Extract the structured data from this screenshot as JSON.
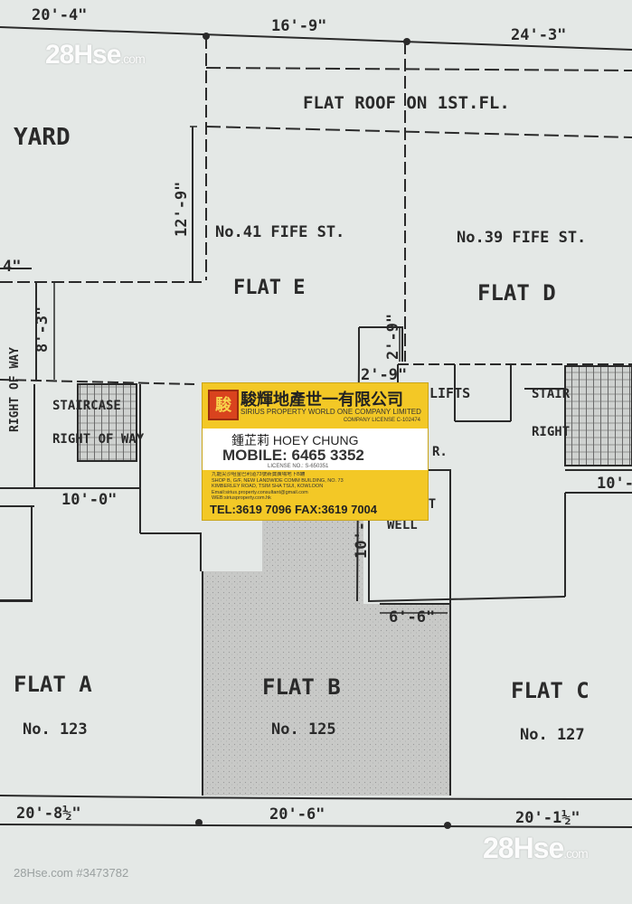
{
  "plan": {
    "dimensions": {
      "top_left": "20'-4\"",
      "top_mid": "16'-9\"",
      "top_right": "24'-3\"",
      "vertical_flat_e": "12'-9\"",
      "left_right_of_way": "8'-3\"",
      "left_edge": "4\"",
      "stair_width": "10'-0\"",
      "lift_width": "2'-9\"",
      "lift_height": "2'-9\"",
      "right_small": "10'-",
      "lightwell_vertical": "10'-",
      "lightwell_width": "6'-6\"",
      "bottom_left": "20'-8½\"",
      "bottom_mid": "20'-6\"",
      "bottom_right": "20'-1½\""
    },
    "labels": {
      "flat_roof": "FLAT ROOF ON 1ST.FL.",
      "yard": "YARD",
      "no41": "No.41 FIFE ST.",
      "no39": "No.39 FIFE ST.",
      "flat_e": "FLAT E",
      "flat_d": "FLAT D",
      "right_of_way_vertical": "RIGHT OF WAY",
      "staircase": "STAIRCASE",
      "right_of_way": "RIGHT OF WAY",
      "lifts": "LIFTS",
      "stair_right": "STAIR",
      "right_of_right": "RIGHT",
      "light": "LIGHT",
      "well": "WELL",
      "lightwell_r": "R.",
      "flat_a": "FLAT A",
      "flat_b": "FLAT B",
      "flat_c": "FLAT C",
      "no123": "No. 123",
      "no125": "No. 125",
      "no127": "No. 127"
    }
  },
  "watermark": {
    "brand": "28Hse",
    "suffix": ".com",
    "listing_id": "28Hse.com #3473782"
  },
  "agent_card": {
    "logo_char": "駿",
    "company_zh": "駿輝地產世一有限公司",
    "company_en": "SIRIUS PROPERTY WORLD ONE COMPANY LIMITED",
    "company_license": "COMPANY LICENSE C-102474",
    "agent_name": "鍾芷莉 HOEY CHUNG",
    "mobile": "MOBILE: 6465 3352",
    "agent_license": "LICENSE NO.: S-650351",
    "address_zh": "九龍尖沙咀金巴利道73號新寶廣場地下B舖",
    "address_en_1": "SHOP B, G/F, NEW LANDWIDE COMM BUILDING, NO. 73",
    "address_en_2": "KIMBERLEY ROAD, TSIM SHA TSUI, KOWLOON",
    "email": "Email:sirius.property.consultant@gmail.com",
    "web": "WEB:siriusproperty.com.hk",
    "tel_fax": "TEL:3619 7096   FAX:3619 7004"
  },
  "colors": {
    "paper": "#e4e8e6",
    "ink": "#2a2a2a",
    "shaded_flat": "#c8c9c7",
    "card_yellow": "#f3c826",
    "logo_red": "#d9431e"
  }
}
